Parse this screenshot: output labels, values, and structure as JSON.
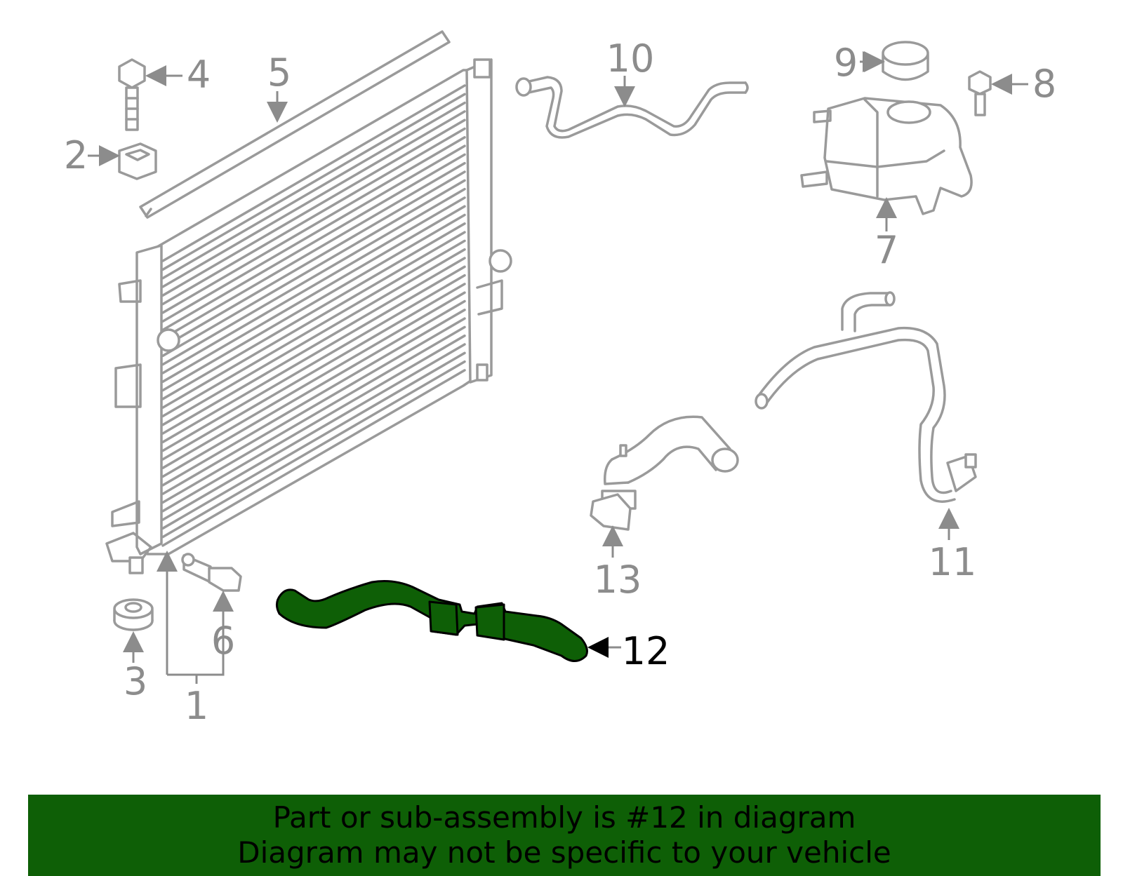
{
  "colors": {
    "highlight": "#0e5f06",
    "part_outline": "#9a9a9a",
    "callout": "#8c8c8c",
    "callout_highlight": "#000000"
  },
  "callouts": {
    "c1": "1",
    "c2": "2",
    "c3": "3",
    "c4": "4",
    "c5": "5",
    "c6": "6",
    "c7": "7",
    "c8": "8",
    "c9": "9",
    "c10": "10",
    "c11": "11",
    "c12": "12",
    "c13": "13"
  },
  "highlighted_part": "12",
  "banner": {
    "line1": "Part or sub-assembly is #12 in diagram",
    "line2": "Diagram may not be specific to your vehicle"
  }
}
